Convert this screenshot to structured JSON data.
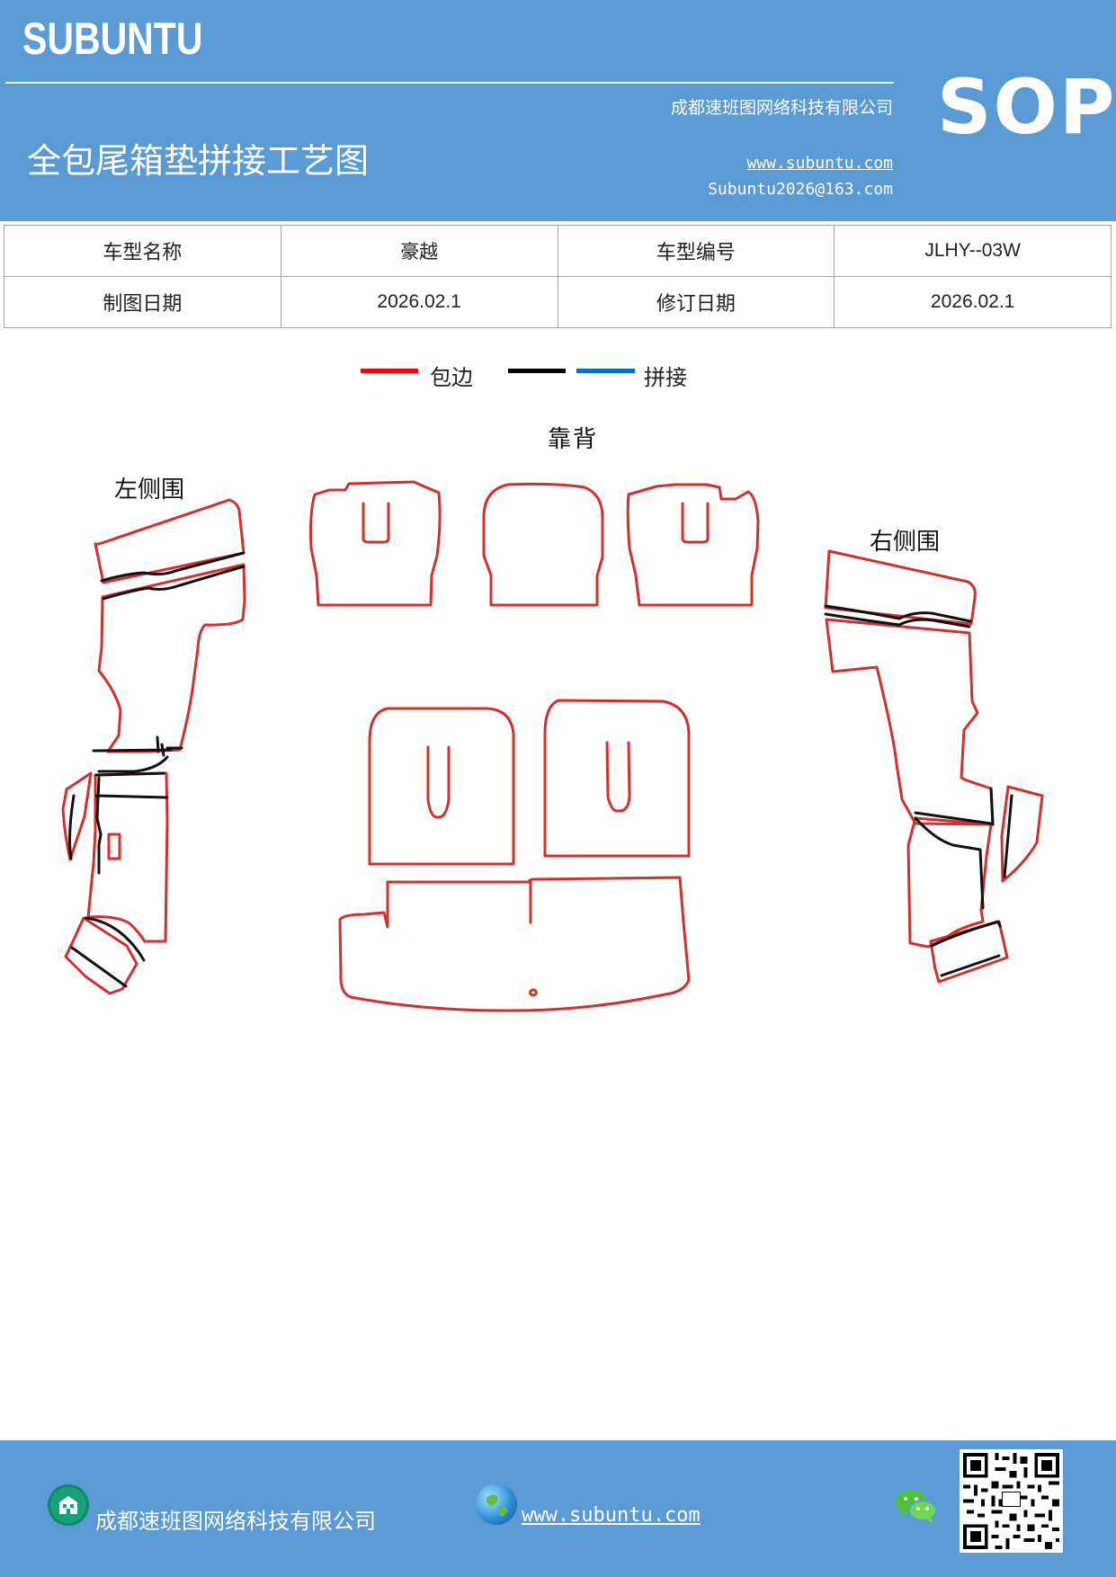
{
  "header": {
    "brand": "SUBUNTU",
    "company": "成都速班图网络科技有限公司",
    "title": "全包尾箱垫拼接工艺图",
    "website": "www.subuntu.com",
    "email": "Subuntu2026@163.com",
    "badge": "SOP"
  },
  "info_table": {
    "rows": [
      {
        "label1": "车型名称",
        "value1": "豪越",
        "label2": "车型编号",
        "value2": "JLHY--03W"
      },
      {
        "label1": "制图日期",
        "value1": "2026.02.1",
        "label2": "修订日期",
        "value2": "2026.02.1"
      }
    ]
  },
  "legend": {
    "items": [
      {
        "label": "包边",
        "color": "#ff0000"
      },
      {
        "label": "",
        "color": "#000000"
      },
      {
        "label": "拼接",
        "color": "#0070c0"
      }
    ]
  },
  "drawing": {
    "labels": {
      "backrest": "靠背",
      "left_side": "左侧围",
      "right_side": "右侧围"
    },
    "colors": {
      "edge": "#d32f2f",
      "seam": "#111111"
    }
  },
  "footer": {
    "company": "成都速班图网络科技有限公司",
    "website": "www.subuntu.com",
    "icons": [
      "building-icon",
      "globe-icon",
      "wechat-icon",
      "qr-code"
    ]
  }
}
